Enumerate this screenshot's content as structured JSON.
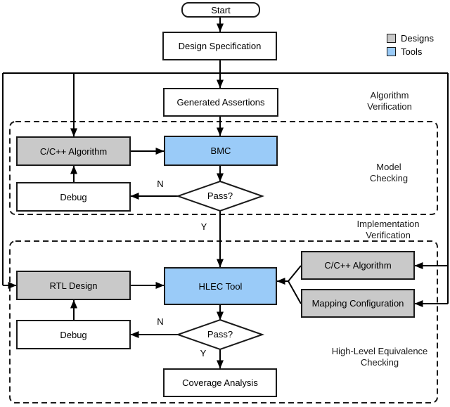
{
  "legend": {
    "items": [
      {
        "id": "designs",
        "label": "Designs",
        "color": "#C9C9C9"
      },
      {
        "id": "tools",
        "label": "Tools",
        "color": "#9ACBF8"
      }
    ]
  },
  "sections": {
    "algorithm_verification": {
      "lines": [
        "Algorithm",
        "Verification"
      ]
    },
    "model_checking": {
      "lines": [
        "Model",
        "Checking"
      ]
    },
    "implementation_verification": {
      "lines": [
        "Implementation",
        "Verification"
      ]
    },
    "high_level_equivalence_checking": {
      "lines": [
        "High-Level Equivalence",
        "Checking"
      ]
    }
  },
  "nodes": {
    "start": {
      "label": "Start",
      "type": "terminator"
    },
    "design_specification": {
      "label": "Design Specification",
      "type": "process"
    },
    "generated_assertions": {
      "label": "Generated Assertions",
      "type": "process"
    },
    "cc_algorithm_model": {
      "label": "C/C++ Algorithm",
      "type": "design"
    },
    "bmc": {
      "label": "BMC",
      "type": "tool"
    },
    "debug_model": {
      "label": "Debug",
      "type": "process"
    },
    "pass_model": {
      "label": "Pass?",
      "type": "decision"
    },
    "rtl_design": {
      "label": "RTL Design",
      "type": "design"
    },
    "hlec_tool": {
      "label": "HLEC Tool",
      "type": "tool"
    },
    "cc_algorithm_impl": {
      "label": "C/C++ Algorithm",
      "type": "design"
    },
    "mapping_configuration": {
      "label": "Mapping Configuration",
      "type": "design"
    },
    "debug_impl": {
      "label": "Debug",
      "type": "process"
    },
    "pass_impl": {
      "label": "Pass?",
      "type": "decision"
    },
    "coverage_analysis": {
      "label": "Coverage Analysis",
      "type": "process"
    }
  },
  "edge_labels": {
    "pass_model_no": "N",
    "pass_model_yes": "Y",
    "pass_impl_no": "N",
    "pass_impl_yes": "Y"
  },
  "colors": {
    "design_fill": "#C9C9C9",
    "tool_fill": "#9ACBF8",
    "stroke": "#1A1A1A",
    "background": "#FFFFFF"
  }
}
